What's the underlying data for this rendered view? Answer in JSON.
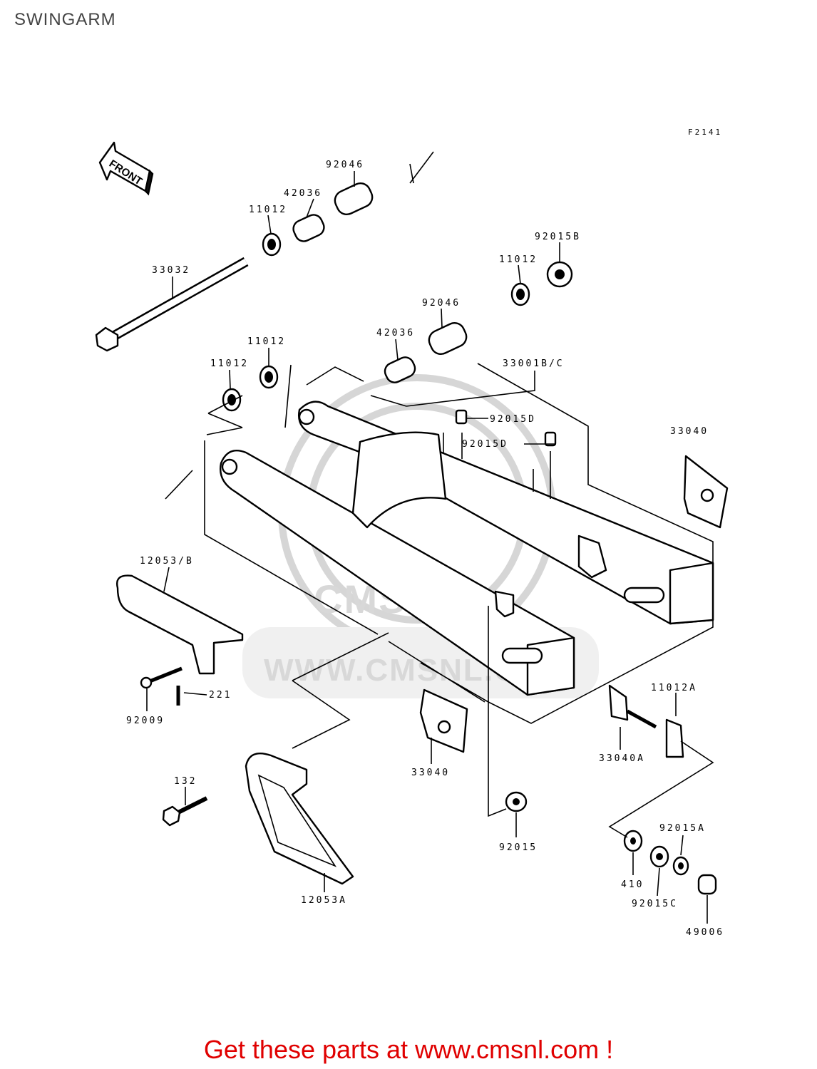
{
  "page": {
    "title": "SWINGARM"
  },
  "figure": {
    "code": "F2141",
    "front_label": "FRONT"
  },
  "watermark": {
    "brand": "CMS",
    "url": "WWW.CMSNL.COM"
  },
  "callouts": {
    "c92046a": "92046",
    "c42036a": "42036",
    "c11012a": "11012",
    "c33032": "33032",
    "c92015b": "92015B",
    "c11012b": "11012",
    "c92046b": "92046",
    "c42036b": "42036",
    "c11012c": "11012",
    "c11012d": "11012",
    "c33001": "33001B/C",
    "c92015d1": "92015D",
    "c92015d2": "92015D",
    "c33040a": "33040",
    "c12053b": "12053/B",
    "c221": "221",
    "c92009": "92009",
    "c11012e": "11012A",
    "c33040b": "33040A",
    "c33040c": "33040",
    "c132": "132",
    "c92015": "92015",
    "c92015a": "92015A",
    "c410": "410",
    "c92015c": "92015C",
    "c49006": "49006",
    "c12053a": "12053A"
  },
  "cta": {
    "text": "Get these parts at www.cmsnl.com !"
  }
}
